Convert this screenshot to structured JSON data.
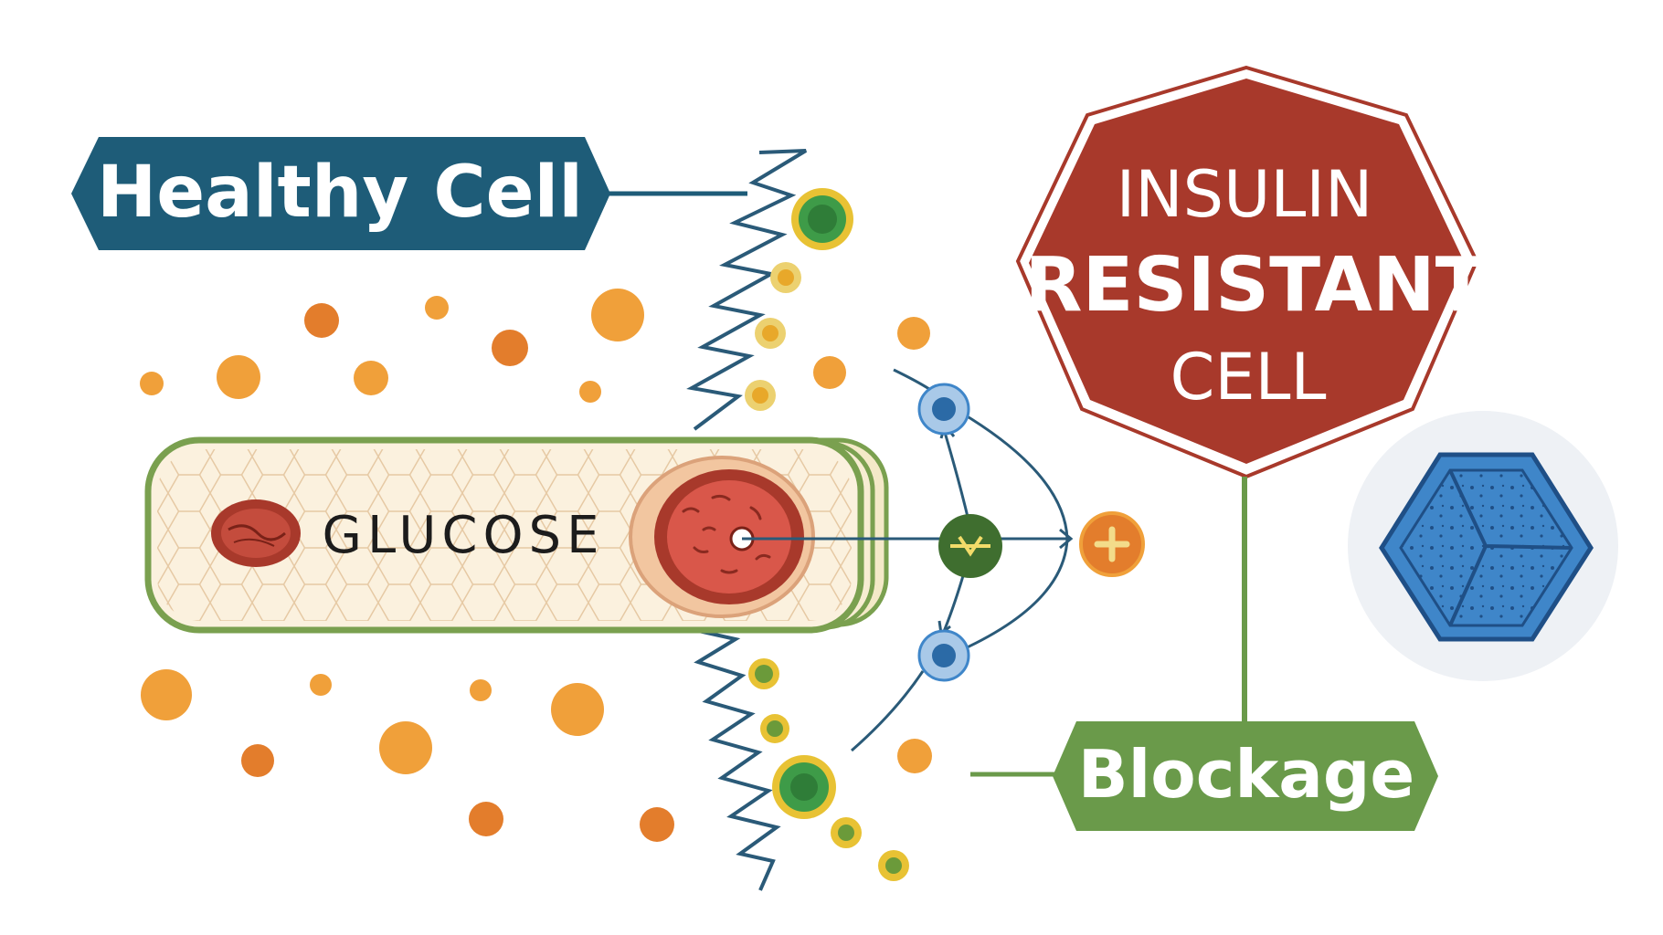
{
  "labels": {
    "healthy_cell": "Healthy Cell",
    "glucose": "GLUCOSE",
    "insulin_line1": "INSULIN",
    "insulin_line2": "RESISTANT",
    "insulin_line3": "CELL",
    "blockage": "Blockage"
  },
  "colors": {
    "healthy_tag": "#1e5c78",
    "stop_sign": "#a8392b",
    "blockage_tag": "#6a9a4a",
    "glucose_dot": "#f0a03a",
    "membrane": "#2a5a78",
    "crystal": "#3f86c9"
  }
}
